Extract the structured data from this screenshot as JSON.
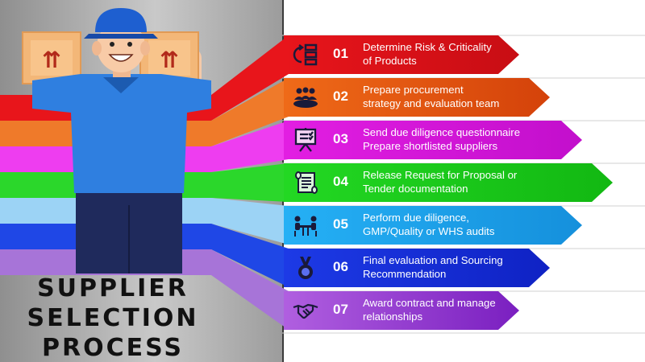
{
  "title": {
    "line1": "SUPPLIER",
    "line2": "SELECTION",
    "line3": "PROCESS"
  },
  "steps": [
    {
      "num": "01",
      "line1": "Determine Risk & Criticality",
      "line2": "of Products",
      "color": "#e8151b",
      "icon": "process-flow-icon"
    },
    {
      "num": "02",
      "line1": "Prepare procurement",
      "line2": "strategy and evaluation team",
      "color": "#e35a0b",
      "icon": "team-meeting-icon"
    },
    {
      "num": "03",
      "line1": "Send due diligence questionnaire",
      "line2": "Prepare  shortlisted suppliers",
      "color": "#e21ee2",
      "icon": "presentation-board-icon"
    },
    {
      "num": "04",
      "line1": "Release Request for Proposal or",
      "line2": "Tender documentation",
      "color": "#1fd41f",
      "icon": "scroll-document-icon"
    },
    {
      "num": "05",
      "line1": "Perform due diligence,",
      "line2": "GMP/Quality or WHS audits",
      "color": "#1fa5f0",
      "icon": "interview-desk-icon"
    },
    {
      "num": "06",
      "line1": "Final evaluation and Sourcing",
      "line2": "Recommendation",
      "color": "#1530e0",
      "icon": "medal-icon"
    },
    {
      "num": "07",
      "line1": "Award contract and manage",
      "line2": "relationships",
      "color": "#8b2fd0",
      "icon": "handshake-icon"
    }
  ]
}
